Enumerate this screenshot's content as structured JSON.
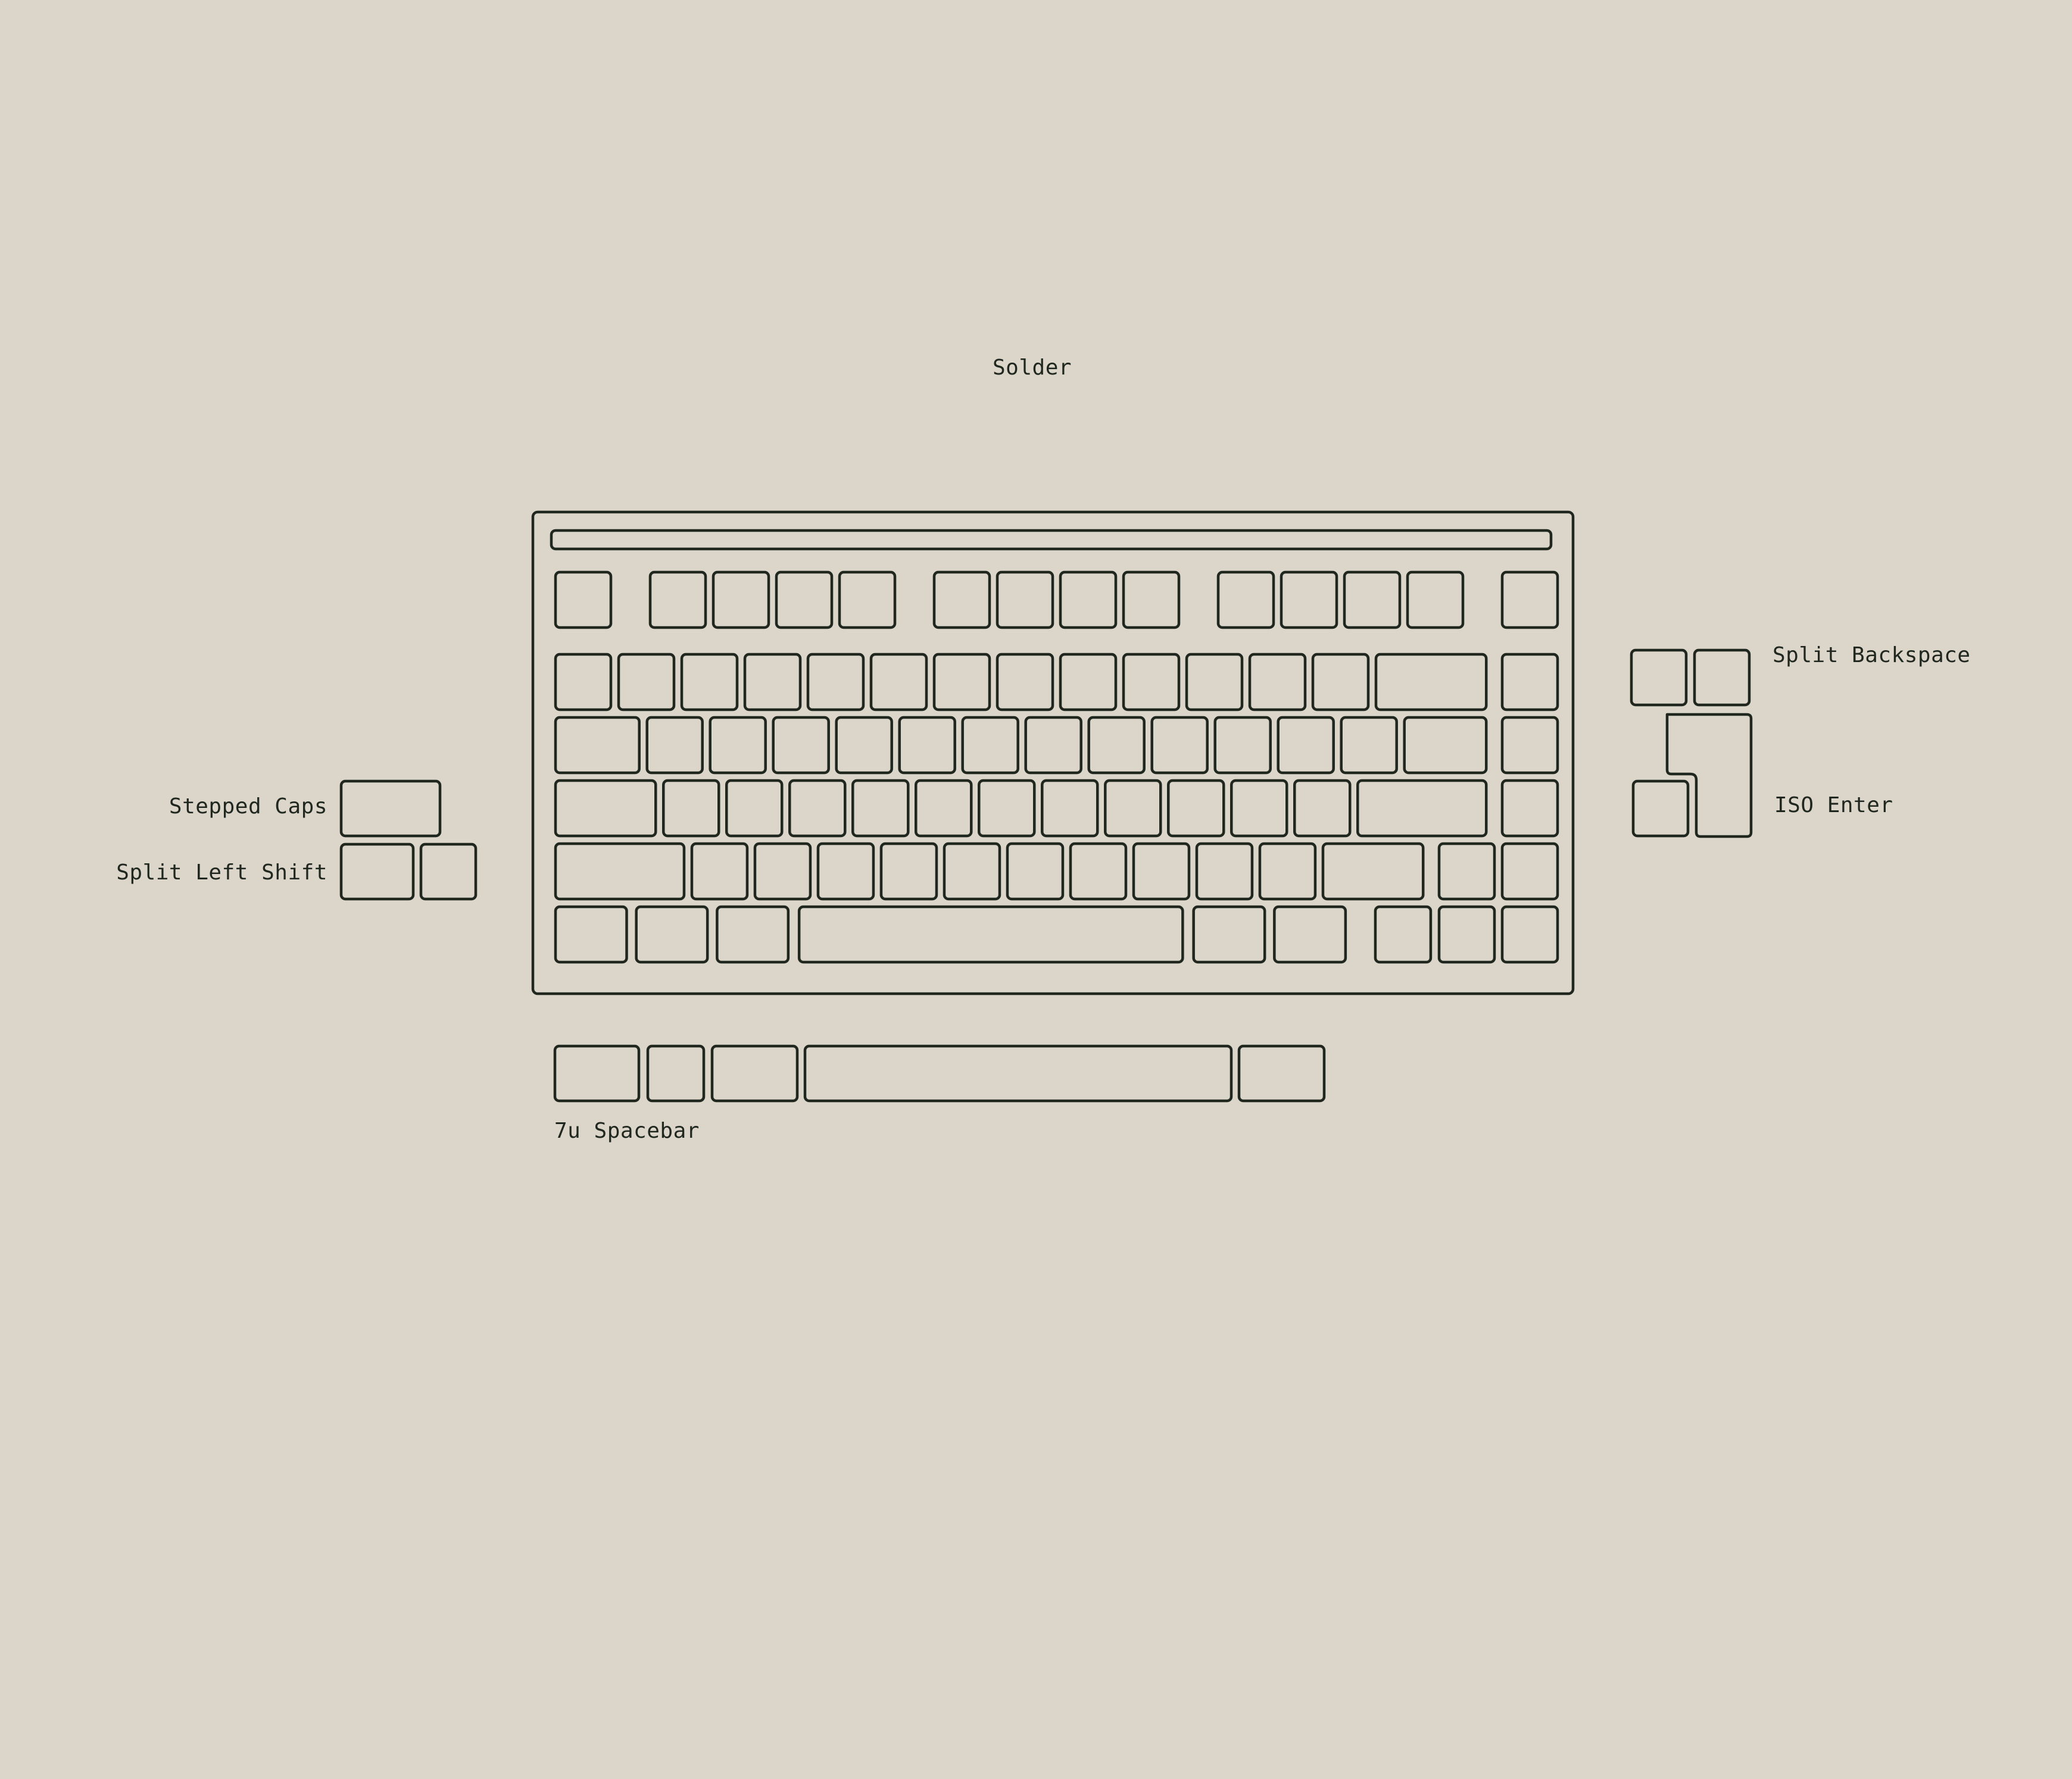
{
  "title": "Solder",
  "labels": {
    "split_backspace": "Split Backspace",
    "iso_enter": "ISO Enter",
    "stepped_caps": "Stepped Caps",
    "split_left_shift": "Split Left Shift",
    "spacebar_7u": "7u Spacebar"
  },
  "colors": {
    "background": "#dcd5ca",
    "stroke": "#1f271f"
  }
}
